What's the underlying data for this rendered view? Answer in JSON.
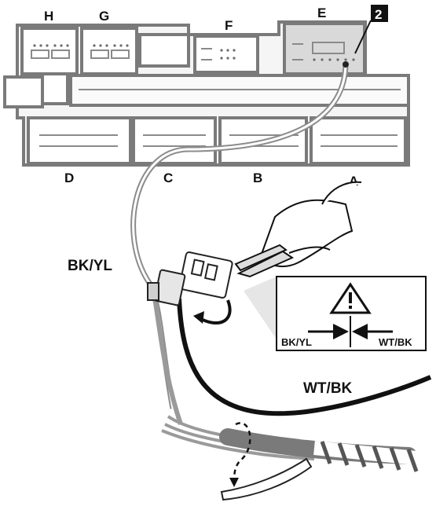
{
  "connectors": {
    "h": "H",
    "g": "G",
    "f": "F",
    "e": "E",
    "d": "D",
    "c": "C",
    "b": "B",
    "a": "A"
  },
  "callout": "2",
  "wires": {
    "bk_yl": "BK/YL",
    "wt_bk": "WT/BK"
  },
  "warning_box": {
    "left_label": "BK/YL",
    "right_label": "WT/BK"
  },
  "colors": {
    "connector_fill": "#ffffff",
    "highlight_fill": "#d9d9d9",
    "outline": "#7a7a7a",
    "wire_gray": "#8c8c8c",
    "wire_black": "#111111"
  }
}
